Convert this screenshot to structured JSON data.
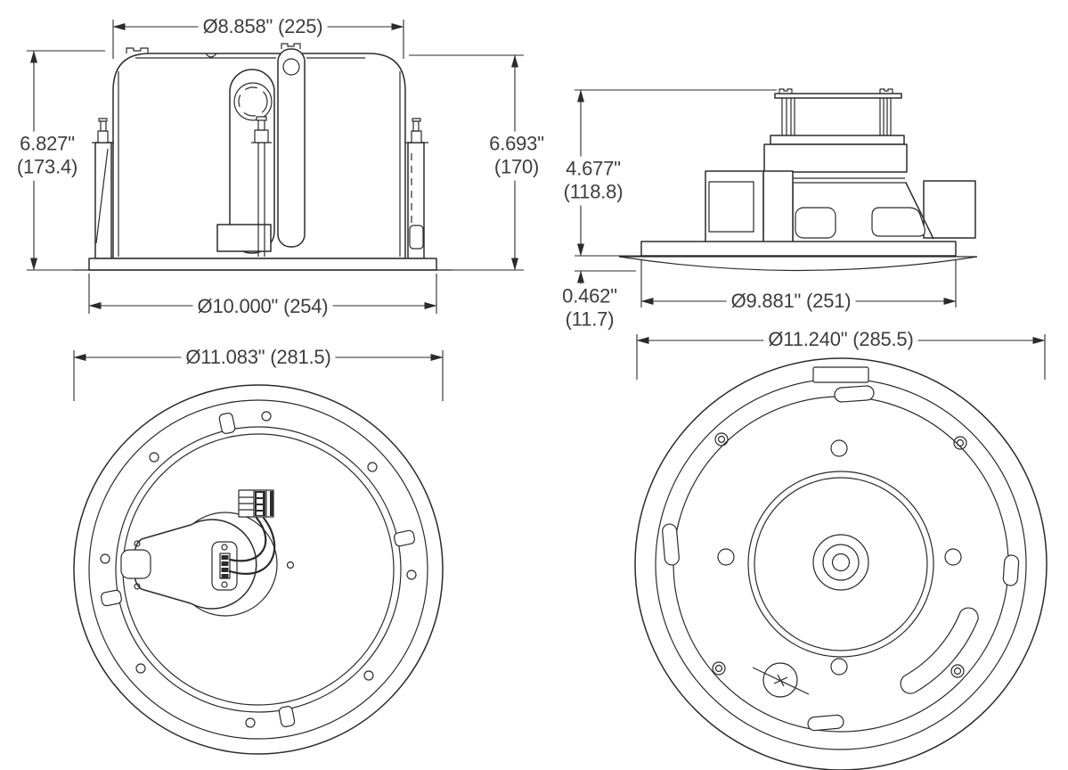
{
  "colors": {
    "line": "#2b2b2b",
    "text": "#3d3d3d",
    "background": "#ffffff"
  },
  "views": {
    "back_can_side": {
      "dim_cutout_diameter": "Ø8.858\" (225)",
      "dim_overall_height_in": "6.827\"",
      "dim_overall_height_mm": "(173.4)",
      "dim_can_height_in": "6.693\"",
      "dim_can_height_mm": "(170)",
      "dim_flange_diameter": "Ø10.000\" (254)"
    },
    "speaker_side": {
      "dim_above_ceiling_in": "4.677\"",
      "dim_above_ceiling_mm": "(118.8)",
      "dim_below_ceiling_in": "0.462\"",
      "dim_below_ceiling_mm": "(11.7)",
      "dim_flange_diameter": "Ø9.881\" (251)"
    },
    "rear_view": {
      "dim_diameter": "Ø11.083\" (281.5)"
    },
    "front_view": {
      "dim_diameter": "Ø11.240\" (285.5)"
    }
  }
}
